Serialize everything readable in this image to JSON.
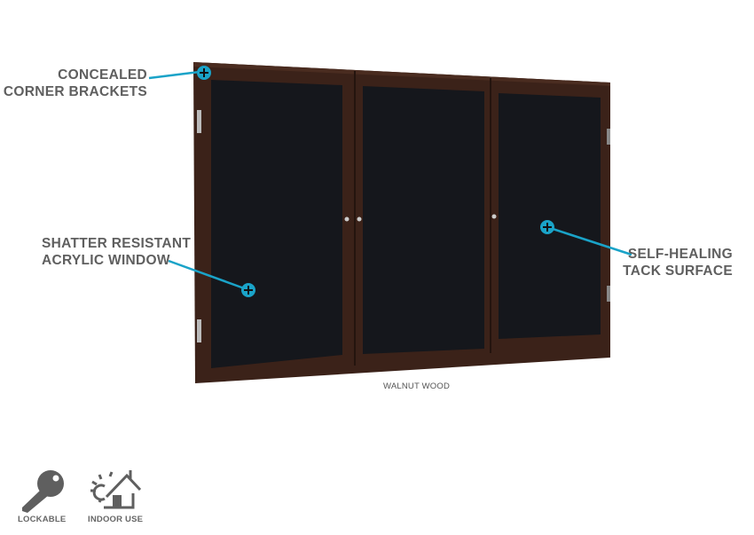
{
  "callouts": [
    {
      "line1": "CONCEALED",
      "line2": "CORNER BRACKETS"
    },
    {
      "line1": "SHATTER RESISTANT",
      "line2": "ACRYLIC WINDOW"
    },
    {
      "line1": "SELF-HEALING",
      "line2": "TACK SURFACE"
    }
  ],
  "finish_caption": "WALNUT WOOD",
  "features": [
    {
      "icon": "key-icon",
      "label": "LOCKABLE"
    },
    {
      "icon": "indoor-house-icon",
      "label": "INDOOR USE"
    }
  ],
  "colors": {
    "frame": "#3b2219",
    "tack": "#15171c",
    "accent": "#1aa3c8",
    "text": "#5f5f5f"
  }
}
